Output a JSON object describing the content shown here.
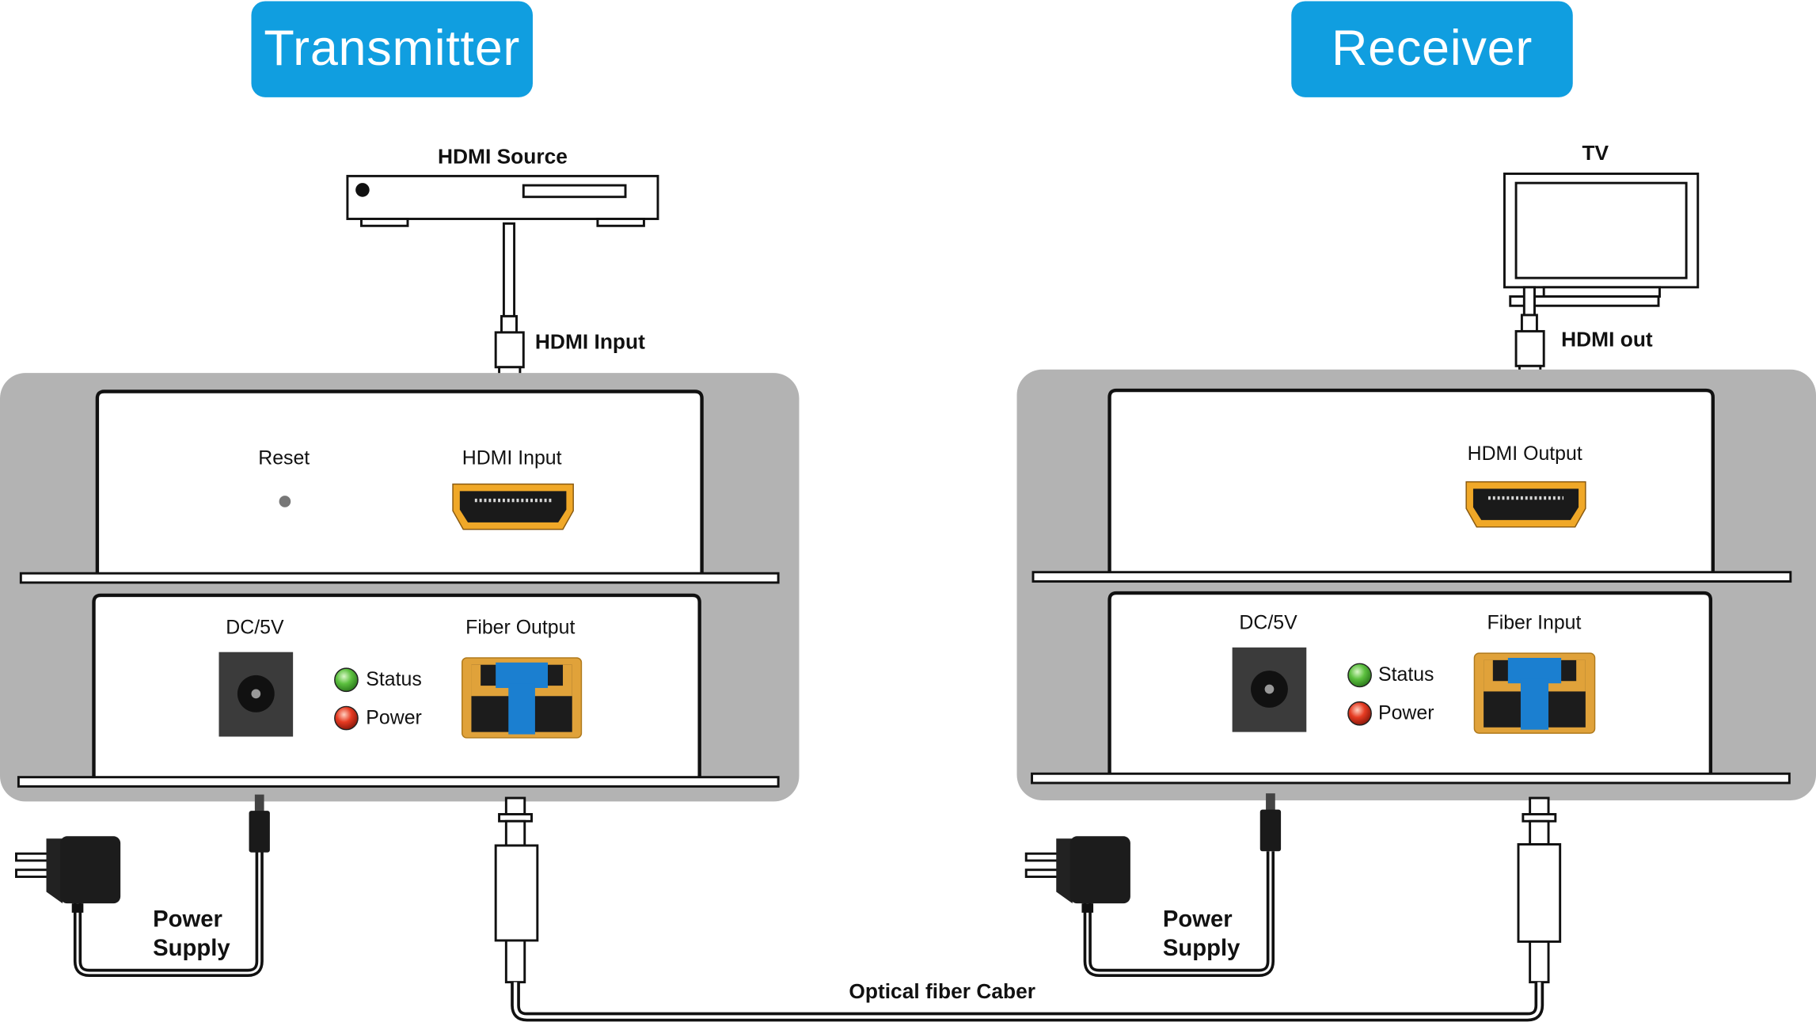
{
  "transmitter": {
    "title": "Transmitter",
    "source_label": "HDMI Source",
    "cable_label": "HDMI Input",
    "panel_top": {
      "reset_label": "Reset",
      "port_label": "HDMI Input"
    },
    "panel_bottom": {
      "dc_label": "DC/5V",
      "status_label": "Status",
      "power_label": "Power",
      "fiber_label": "Fiber Output"
    },
    "supply_label": [
      "Power",
      "Supply"
    ]
  },
  "receiver": {
    "title": "Receiver",
    "display_label": "TV",
    "cable_label": "HDMI out",
    "panel_top": {
      "port_label": "HDMI Output"
    },
    "panel_bottom": {
      "dc_label": "DC/5V",
      "status_label": "Status",
      "power_label": "Power",
      "fiber_label": "Fiber Input"
    },
    "supply_label": [
      "Power",
      "Supply"
    ]
  },
  "link_label": "Optical fiber Caber",
  "colors": {
    "badge": "#109ee0",
    "housing": "#b3b3b3",
    "hdmi_port": "#f0a828",
    "sfp_frame": "#e0a23a",
    "sfp_latch": "#1b7fd0",
    "led_status": "#4fb83a",
    "led_power": "#e0301e"
  },
  "icons": [
    "set-top-box-icon",
    "tv-icon",
    "hdmi-plug-icon",
    "hdmi-port-icon",
    "dc-jack-icon",
    "sfp-port-icon",
    "power-adapter-icon",
    "fiber-connector-icon",
    "led-icon"
  ]
}
